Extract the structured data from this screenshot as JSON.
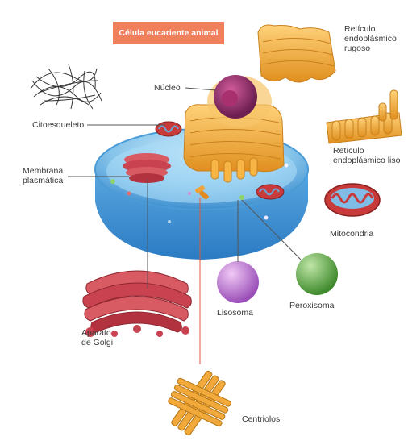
{
  "title": "Célula eucariente animal",
  "labels": {
    "nucleo": "Núcleo",
    "citoesqueleto": "Citoesqueleto",
    "membrana_1": "Membrana",
    "membrana_2": "plasmática",
    "rer_1": "Retículo",
    "rer_2": "endoplásmico",
    "rer_3": "rugoso",
    "rel_1": "Retículo",
    "rel_2": "endoplásmico liso",
    "mitocondria": "Mitocondria",
    "lisosoma": "Lisosoma",
    "peroxisoma": "Peroxisoma",
    "golgi_1": "Aparato",
    "golgi_2": "de Golgi",
    "centriolos": "Centriolos"
  },
  "colors": {
    "title_bg": "#f07f5c",
    "membrane": "#6fb3e0",
    "nucleus": "#8e2f6a",
    "er": "#f0a93a",
    "golgi": "#c8424f",
    "mitochondria": "#c93a3a",
    "lysosome": "#b569c9",
    "peroxisome": "#5aa640",
    "centriole": "#e6a23a"
  }
}
